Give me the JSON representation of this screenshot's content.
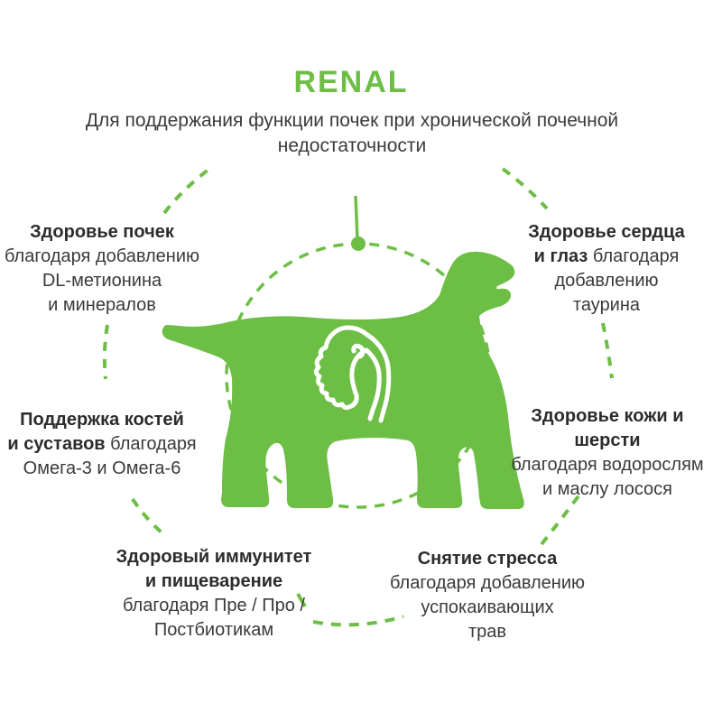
{
  "colors": {
    "green": "#6cbe45",
    "text": "#3a3a3a"
  },
  "header": {
    "title": "RENAL",
    "subtitle_lines": [
      "Для поддержания функции почек",
      "при хронической почечной",
      "недостаточности"
    ]
  },
  "benefits": [
    {
      "name": "kidney-health",
      "lines": [
        {
          "b": "Здоровье почек"
        },
        {
          "r": "благодаря добавлению"
        },
        {
          "r": "DL-метионина"
        },
        {
          "r": "и минералов"
        }
      ]
    },
    {
      "name": "heart-eye-health",
      "lines": [
        {
          "b": "Здоровье сердца"
        },
        {
          "b": "и глаз",
          "r": " благодаря"
        },
        {
          "r": "добавлению"
        },
        {
          "r": "таурина"
        }
      ]
    },
    {
      "name": "bone-joint-support",
      "lines": [
        {
          "b": "Поддержка костей"
        },
        {
          "b": "и суставов",
          "r": " благодаря"
        },
        {
          "r": "Омега-3 и Омега-6"
        }
      ]
    },
    {
      "name": "skin-coat-health",
      "lines": [
        {
          "b": "Здоровье кожи и шерсти"
        },
        {
          "r": "благодаря водорослям"
        },
        {
          "r": "и маслу лосося"
        }
      ]
    },
    {
      "name": "immunity-digestion",
      "lines": [
        {
          "b": "Здоровый иммунитет"
        },
        {
          "b": "и пищеварение"
        },
        {
          "r": "благодаря Пре / Про /"
        },
        {
          "r": "Постбиотикам"
        }
      ]
    },
    {
      "name": "stress-relief",
      "lines": [
        {
          "b": "Снятие стресса"
        },
        {
          "r": "благодаря добавлению"
        },
        {
          "r": "успокаивающих"
        },
        {
          "r": "трав"
        }
      ]
    }
  ],
  "icons": [
    "dog-silhouette",
    "kidney-icon",
    "inner-dashed-circle",
    "outer-dashed-arcs",
    "connector-line",
    "connector-dot"
  ]
}
